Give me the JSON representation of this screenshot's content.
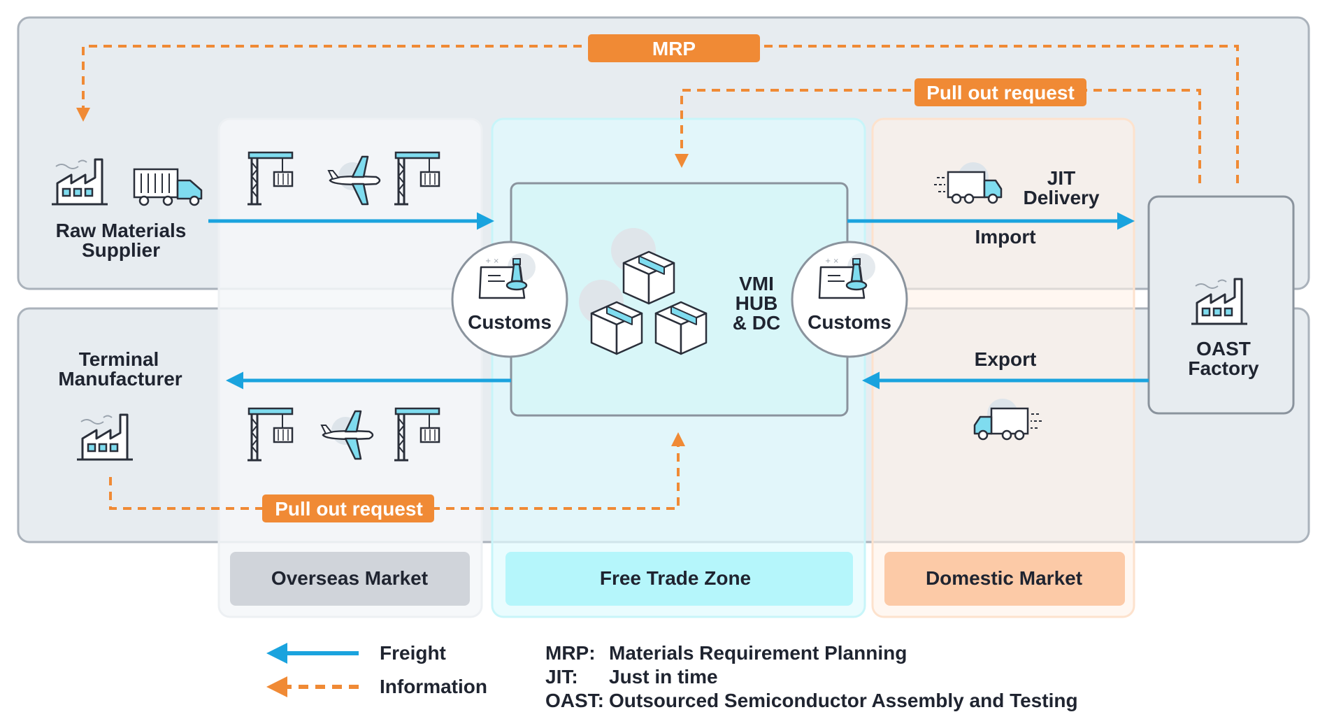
{
  "zones": {
    "overseas": "Overseas Market",
    "free_trade": "Free Trade Zone",
    "domestic": "Domestic Market"
  },
  "nodes": {
    "raw_materials": [
      "Raw Materials",
      "Supplier"
    ],
    "terminal": [
      "Terminal",
      "Manufacturer"
    ],
    "hub": [
      "VMI",
      "HUB",
      "& DC"
    ],
    "customs_left": "Customs",
    "customs_right": "Customs",
    "oast_factory": [
      "OAST",
      "Factory"
    ]
  },
  "flows": {
    "jit_delivery": [
      "JIT",
      "Delivery"
    ],
    "import": "Import",
    "export": "Export"
  },
  "badges": {
    "mrp": "MRP",
    "pull_top": "Pull out request",
    "pull_bottom": "Pull out request"
  },
  "legend": {
    "freight": "Freight",
    "information": "Information",
    "definitions": [
      {
        "abbr": "MRP:",
        "text": "Materials Requirement Planning"
      },
      {
        "abbr": "JIT:",
        "text": "Just in time"
      },
      {
        "abbr": "OAST:",
        "text": "Outsourced Semiconductor Assembly and Testing"
      }
    ]
  },
  "colors": {
    "freight": "#1aa3de",
    "information": "#f08a35",
    "band": "#e7ecf0",
    "overseas_label_bg": "#d0d4da",
    "ftz_label_bg": "#b5f6fb",
    "domestic_label_bg": "#fccaa7"
  },
  "icons": [
    "factory-icon",
    "container-truck-icon",
    "crane-icon",
    "airplane-icon",
    "delivery-truck-icon",
    "customs-stamp-icon",
    "boxes-icon"
  ]
}
